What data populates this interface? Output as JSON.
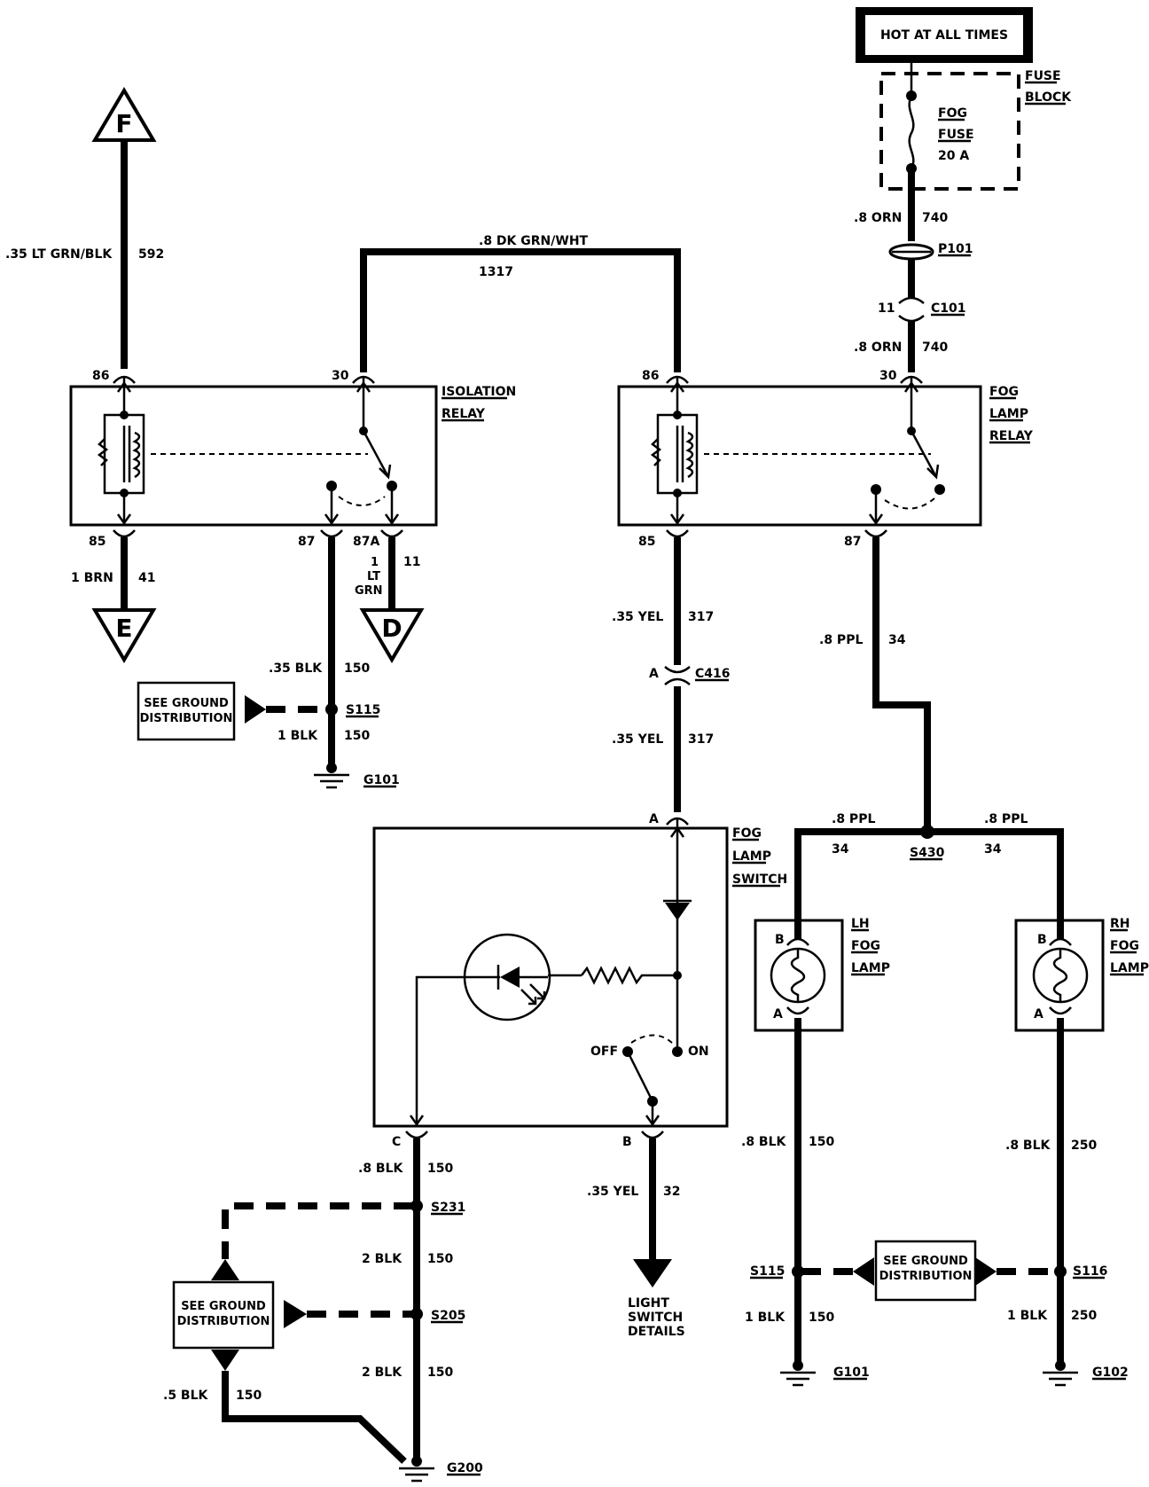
{
  "power": {
    "label": "HOT AT ALL TIMES"
  },
  "fuse_block": {
    "name1": "FUSE",
    "name2": "BLOCK",
    "fuse_name1": "FOG",
    "fuse_name2": "FUSE",
    "fuse_rating": "20 A"
  },
  "connectors": {
    "f": "F",
    "e": "E",
    "d": "D"
  },
  "wires": {
    "w592_gauge": ".35 LT GRN/BLK",
    "w592_circuit": "592",
    "w1317_gauge": ".8 DK GRN/WHT",
    "w1317_circuit": "1317",
    "w740a_gauge": ".8 ORN",
    "w740a_circuit": "740",
    "w740b_gauge": ".8 ORN",
    "w740b_circuit": "740",
    "p101": "P101",
    "c101_pin": "11",
    "c101": "C101",
    "w41_gauge": "1 BRN",
    "w41_circuit": "41",
    "w11_gauge1": "1",
    "w11_gauge2": "LT",
    "w11_gauge3": "GRN",
    "w11_circuit": "11",
    "w150a_gauge": ".35 BLK",
    "w150a_circuit": "150",
    "w150b_gauge": "1 BLK",
    "w150b_circuit": "150",
    "w317a_gauge": ".35 YEL",
    "w317a_circuit": "317",
    "c416_pin": "A",
    "c416": "C416",
    "w317b_gauge": ".35 YEL",
    "w317b_circuit": "317",
    "w34_gauge": ".8 PPL",
    "w34_circuit": "34",
    "w34l_gauge": ".8 PPL",
    "w34l_circuit": "34",
    "w34r_gauge": ".8 PPL",
    "w34r_circuit": "34",
    "s430": "S430",
    "wc150_gauge": ".8 BLK",
    "wc150_circuit": "150",
    "w2blk1_gauge": "2 BLK",
    "w2blk1_circuit": "150",
    "w2blk2_gauge": "2 BLK",
    "w2blk2_circuit": "150",
    "w5blk_gauge": ".5 BLK",
    "w5blk_circuit": "150",
    "w32_gauge": ".35 YEL",
    "w32_circuit": "32",
    "wl150_gauge": ".8 BLK",
    "wl150_circuit": "150",
    "wl1blk_gauge": "1 BLK",
    "wl1blk_circuit": "150",
    "wr250_gauge": ".8 BLK",
    "wr250_circuit": "250",
    "wr1blk_gauge": "1 BLK",
    "wr1blk_circuit": "250"
  },
  "isolation_relay": {
    "name1": "ISOLATION",
    "name2": "RELAY",
    "pin86": "86",
    "pin30": "30",
    "pin85": "85",
    "pin87": "87",
    "pin87a": "87A"
  },
  "fog_lamp_relay": {
    "name1": "FOG",
    "name2": "LAMP",
    "name3": "RELAY",
    "pin86": "86",
    "pin30": "30",
    "pin85": "85",
    "pin87": "87"
  },
  "fog_lamp_switch": {
    "name1": "FOG",
    "name2": "LAMP",
    "name3": "SWITCH",
    "pin_a": "A",
    "pin_b": "B",
    "pin_c": "C",
    "off": "OFF",
    "on": "ON"
  },
  "lh_lamp": {
    "name1": "LH",
    "name2": "FOG",
    "name3": "LAMP",
    "pin_b": "B",
    "pin_a": "A"
  },
  "rh_lamp": {
    "name1": "RH",
    "name2": "FOG",
    "name3": "LAMP",
    "pin_b": "B",
    "pin_a": "A"
  },
  "splices": {
    "s115_top": "S115",
    "s231": "S231",
    "s205": "S205",
    "s115_bottom": "S115",
    "s116": "S116"
  },
  "grounds": {
    "g101_top": "G101",
    "g200": "G200",
    "g101_bottom": "G101",
    "g102": "G102"
  },
  "ground_dist": {
    "line1": "SEE GROUND",
    "line2": "DISTRIBUTION"
  },
  "light_switch": {
    "line1": "LIGHT",
    "line2": "SWITCH",
    "line3": "DETAILS"
  }
}
